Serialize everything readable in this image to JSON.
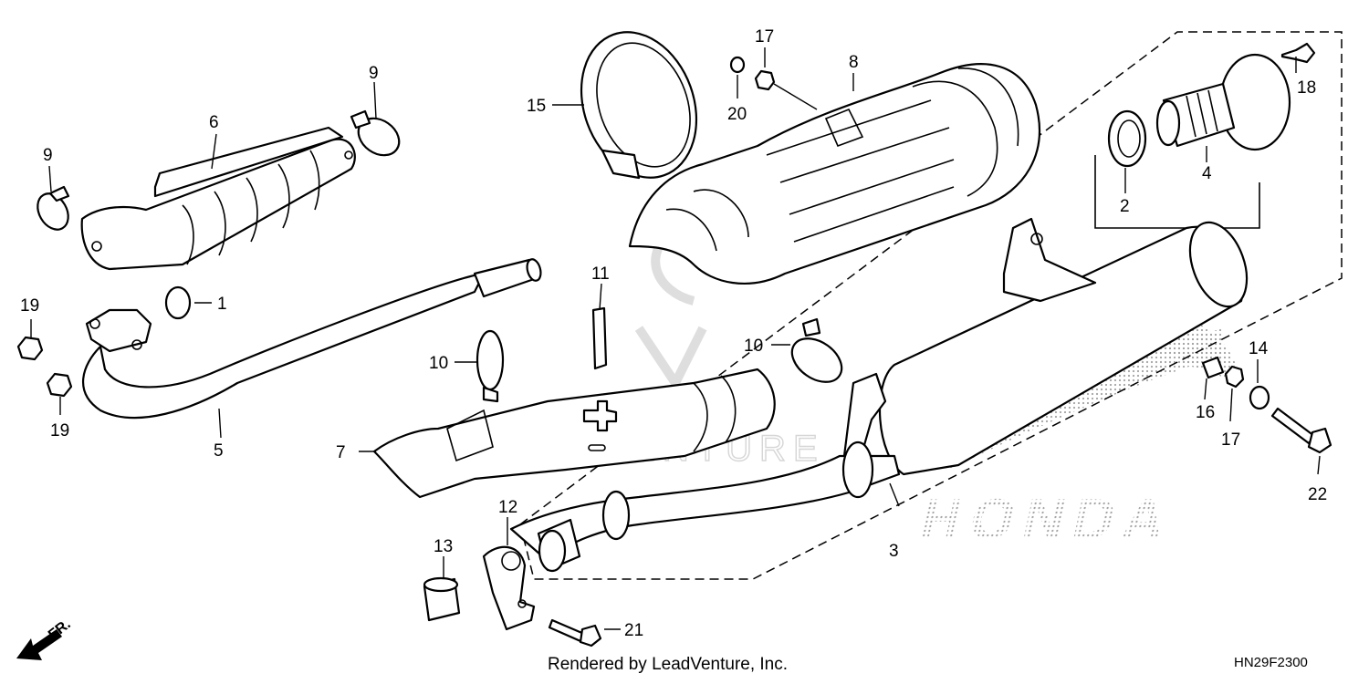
{
  "diagram": {
    "code": "HN29F2300",
    "credit": "Rendered by LeadVenture, Inc.",
    "watermark": "LEADVENTURE",
    "brand_mark": "HONDA",
    "direction_label": "FR.",
    "callouts": {
      "c1": "1",
      "c2": "2",
      "c3": "3",
      "c4": "4",
      "c5": "5",
      "c6": "6",
      "c7": "7",
      "c8": "8",
      "c9a": "9",
      "c9b": "9",
      "c10a": "10",
      "c10b": "10",
      "c11": "11",
      "c12": "12",
      "c13": "13",
      "c14": "14",
      "c15": "15",
      "c16": "16",
      "c17a": "17",
      "c17b": "17",
      "c18": "18",
      "c19a": "19",
      "c19b": "19",
      "c20": "20",
      "c21": "21",
      "c22": "22"
    }
  },
  "colors": {
    "line": "#000000",
    "paper": "#ffffff",
    "watermark": "#d9d9d9"
  }
}
